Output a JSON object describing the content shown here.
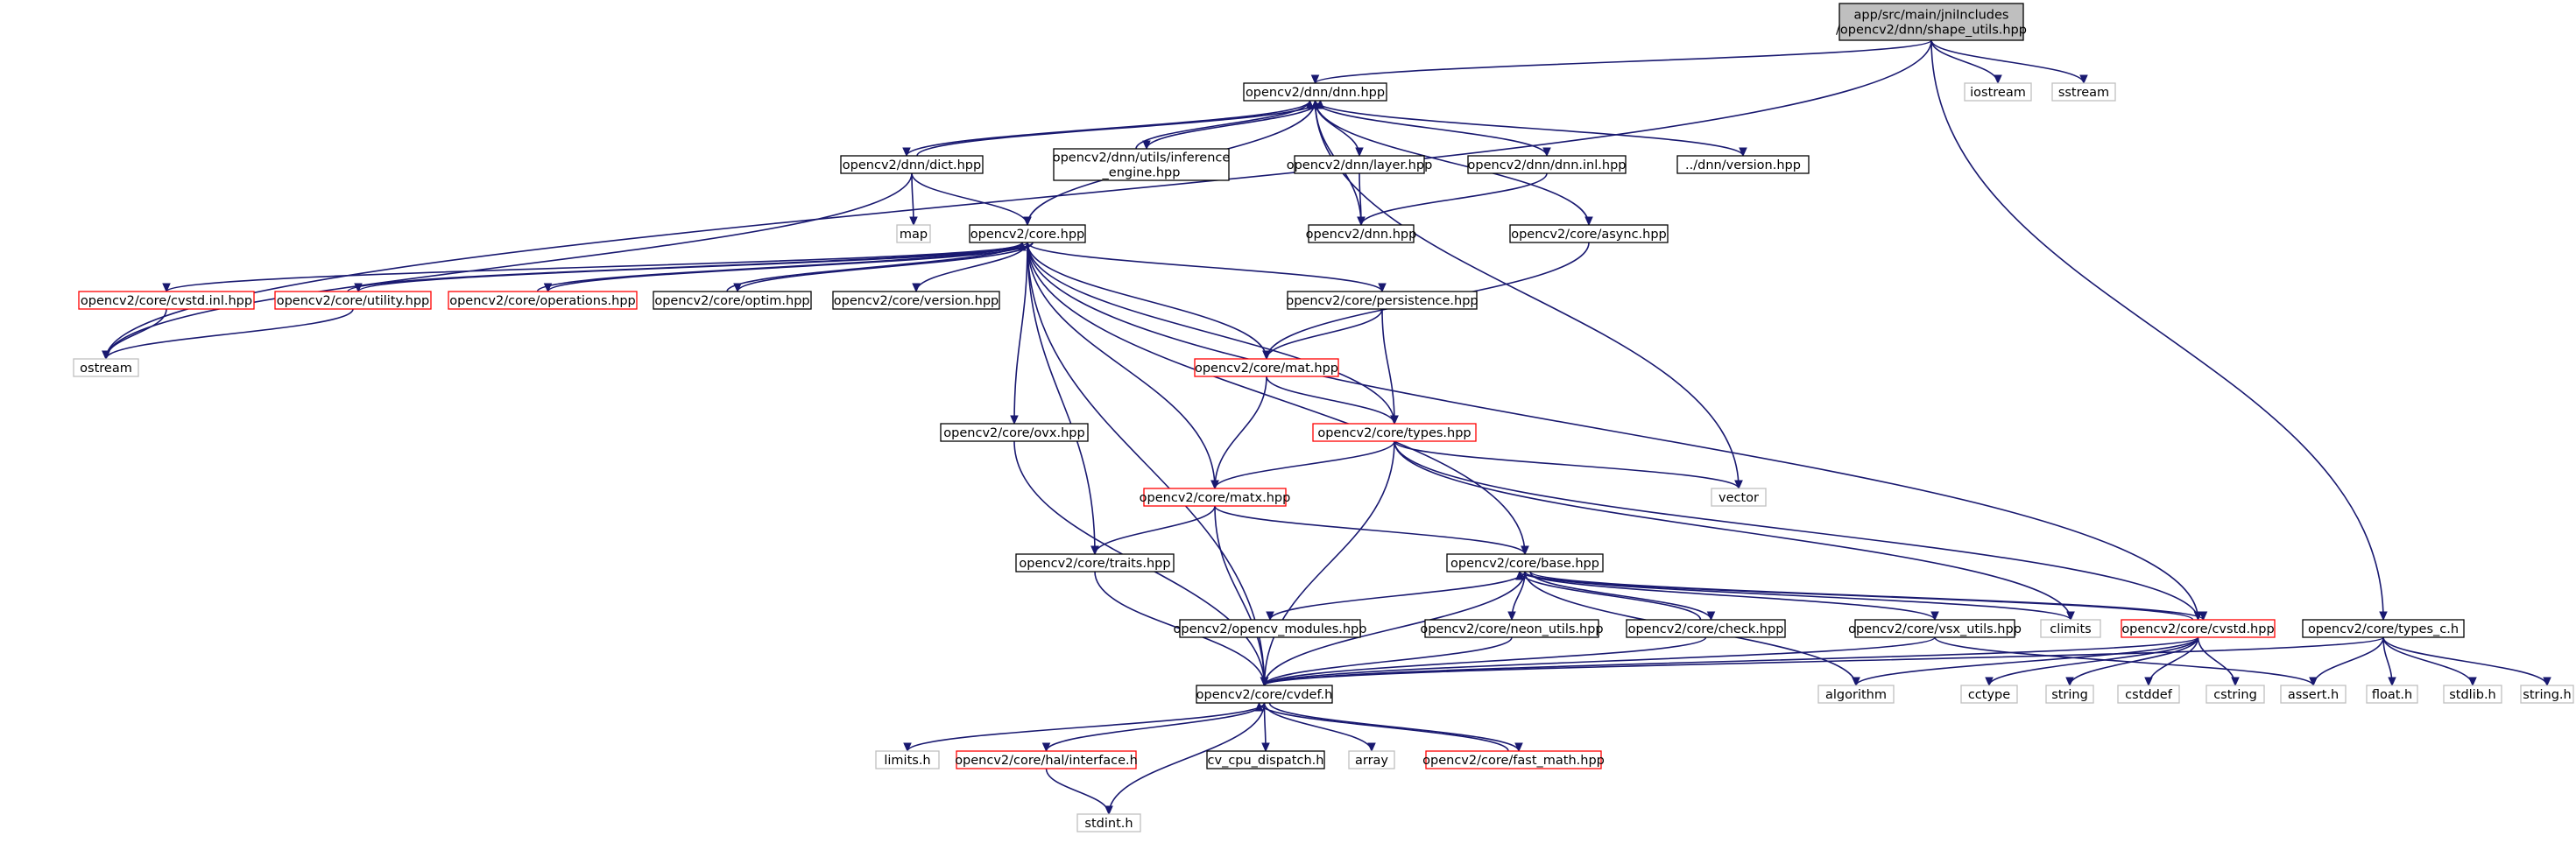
{
  "graph": {
    "nodes": [
      {
        "id": "root",
        "lines": [
          "app/src/main/jniIncludes",
          "/opencv2/dnn/shape_utils.hpp"
        ],
        "style": "root"
      },
      {
        "id": "dnn",
        "lines": [
          "opencv2/dnn/dnn.hpp"
        ],
        "style": "normal"
      },
      {
        "id": "iostream",
        "lines": [
          "iostream"
        ],
        "style": "gray"
      },
      {
        "id": "sstream",
        "lines": [
          "sstream"
        ],
        "style": "gray"
      },
      {
        "id": "dict",
        "lines": [
          "opencv2/dnn/dict.hpp"
        ],
        "style": "normal"
      },
      {
        "id": "inference",
        "lines": [
          "opencv2/dnn/utils/inference",
          "_engine.hpp"
        ],
        "style": "normal"
      },
      {
        "id": "layer",
        "lines": [
          "opencv2/dnn/layer.hpp"
        ],
        "style": "normal"
      },
      {
        "id": "dnninl",
        "lines": [
          "opencv2/dnn/dnn.inl.hpp"
        ],
        "style": "normal"
      },
      {
        "id": "version_dnn",
        "lines": [
          "../dnn/version.hpp"
        ],
        "style": "normal"
      },
      {
        "id": "map",
        "lines": [
          "map"
        ],
        "style": "gray"
      },
      {
        "id": "core",
        "lines": [
          "opencv2/core.hpp"
        ],
        "style": "normal"
      },
      {
        "id": "dnn2",
        "lines": [
          "opencv2/dnn.hpp"
        ],
        "style": "normal"
      },
      {
        "id": "async",
        "lines": [
          "opencv2/core/async.hpp"
        ],
        "style": "normal"
      },
      {
        "id": "cvstdinl",
        "lines": [
          "opencv2/core/cvstd.inl.hpp"
        ],
        "style": "red"
      },
      {
        "id": "utility",
        "lines": [
          "opencv2/core/utility.hpp"
        ],
        "style": "red"
      },
      {
        "id": "operations",
        "lines": [
          "opencv2/core/operations.hpp"
        ],
        "style": "red"
      },
      {
        "id": "optim",
        "lines": [
          "opencv2/core/optim.hpp"
        ],
        "style": "normal"
      },
      {
        "id": "version_core",
        "lines": [
          "opencv2/core/version.hpp"
        ],
        "style": "normal"
      },
      {
        "id": "persistence",
        "lines": [
          "opencv2/core/persistence.hpp"
        ],
        "style": "normal"
      },
      {
        "id": "ostream",
        "lines": [
          "ostream"
        ],
        "style": "gray"
      },
      {
        "id": "mat",
        "lines": [
          "opencv2/core/mat.hpp"
        ],
        "style": "red"
      },
      {
        "id": "types",
        "lines": [
          "opencv2/core/types.hpp"
        ],
        "style": "red"
      },
      {
        "id": "ovx",
        "lines": [
          "opencv2/core/ovx.hpp"
        ],
        "style": "normal"
      },
      {
        "id": "vector",
        "lines": [
          "vector"
        ],
        "style": "gray"
      },
      {
        "id": "matx",
        "lines": [
          "opencv2/core/matx.hpp"
        ],
        "style": "red"
      },
      {
        "id": "traits",
        "lines": [
          "opencv2/core/traits.hpp"
        ],
        "style": "normal"
      },
      {
        "id": "base",
        "lines": [
          "opencv2/core/base.hpp"
        ],
        "style": "normal"
      },
      {
        "id": "opencv_modules",
        "lines": [
          "opencv2/opencv_modules.hpp"
        ],
        "style": "normal"
      },
      {
        "id": "neon",
        "lines": [
          "opencv2/core/neon_utils.hpp"
        ],
        "style": "normal"
      },
      {
        "id": "check",
        "lines": [
          "opencv2/core/check.hpp"
        ],
        "style": "normal"
      },
      {
        "id": "vsx",
        "lines": [
          "opencv2/core/vsx_utils.hpp"
        ],
        "style": "normal"
      },
      {
        "id": "climits",
        "lines": [
          "climits"
        ],
        "style": "gray"
      },
      {
        "id": "cvstd",
        "lines": [
          "opencv2/core/cvstd.hpp"
        ],
        "style": "red"
      },
      {
        "id": "types_c",
        "lines": [
          "opencv2/core/types_c.h"
        ],
        "style": "normal"
      },
      {
        "id": "cvdef",
        "lines": [
          "opencv2/core/cvdef.h"
        ],
        "style": "normal"
      },
      {
        "id": "algorithm",
        "lines": [
          "algorithm"
        ],
        "style": "gray"
      },
      {
        "id": "cctype",
        "lines": [
          "cctype"
        ],
        "style": "gray"
      },
      {
        "id": "string",
        "lines": [
          "string"
        ],
        "style": "gray"
      },
      {
        "id": "cstddef",
        "lines": [
          "cstddef"
        ],
        "style": "gray"
      },
      {
        "id": "cstring",
        "lines": [
          "cstring"
        ],
        "style": "gray"
      },
      {
        "id": "assert",
        "lines": [
          "assert.h"
        ],
        "style": "gray"
      },
      {
        "id": "float",
        "lines": [
          "float.h"
        ],
        "style": "gray"
      },
      {
        "id": "stdlib",
        "lines": [
          "stdlib.h"
        ],
        "style": "gray"
      },
      {
        "id": "stringh",
        "lines": [
          "string.h"
        ],
        "style": "gray"
      },
      {
        "id": "limits",
        "lines": [
          "limits.h"
        ],
        "style": "gray"
      },
      {
        "id": "hal",
        "lines": [
          "opencv2/core/hal/interface.h"
        ],
        "style": "red"
      },
      {
        "id": "cpu_dispatch",
        "lines": [
          "cv_cpu_dispatch.h"
        ],
        "style": "normal"
      },
      {
        "id": "array",
        "lines": [
          "array"
        ],
        "style": "gray"
      },
      {
        "id": "fast_math",
        "lines": [
          "opencv2/core/fast_math.hpp"
        ],
        "style": "red"
      },
      {
        "id": "stdint",
        "lines": [
          "stdint.h"
        ],
        "style": "gray"
      }
    ],
    "edges": [
      [
        "root",
        "dnn"
      ],
      [
        "root",
        "iostream"
      ],
      [
        "root",
        "sstream"
      ],
      [
        "root",
        "ostream"
      ],
      [
        "root",
        "types_c"
      ],
      [
        "dnn",
        "dict"
      ],
      [
        "dnn",
        "inference"
      ],
      [
        "dnn",
        "layer"
      ],
      [
        "dnn",
        "dnninl"
      ],
      [
        "dnn",
        "version_dnn"
      ],
      [
        "dnn",
        "core"
      ],
      [
        "dnn",
        "async"
      ],
      [
        "dnn",
        "vector"
      ],
      [
        "dict",
        "dnn"
      ],
      [
        "dict",
        "map"
      ],
      [
        "dict",
        "core"
      ],
      [
        "dict",
        "ostream"
      ],
      [
        "inference",
        "dnn"
      ],
      [
        "layer",
        "dnn2"
      ],
      [
        "dnninl",
        "dnn2"
      ],
      [
        "dnn2",
        "dnn"
      ],
      [
        "async",
        "mat"
      ],
      [
        "core",
        "cvstdinl"
      ],
      [
        "core",
        "utility"
      ],
      [
        "core",
        "operations"
      ],
      [
        "core",
        "optim"
      ],
      [
        "core",
        "version_core"
      ],
      [
        "core",
        "persistence"
      ],
      [
        "core",
        "mat"
      ],
      [
        "core",
        "types"
      ],
      [
        "core",
        "ovx"
      ],
      [
        "core",
        "matx"
      ],
      [
        "core",
        "traits"
      ],
      [
        "core",
        "base"
      ],
      [
        "core",
        "cvstd"
      ],
      [
        "core",
        "cvdef"
      ],
      [
        "utility",
        "core"
      ],
      [
        "operations",
        "core"
      ],
      [
        "optim",
        "core"
      ],
      [
        "cvstdinl",
        "ostream"
      ],
      [
        "utility",
        "ostream"
      ],
      [
        "persistence",
        "mat"
      ],
      [
        "persistence",
        "types"
      ],
      [
        "mat",
        "matx"
      ],
      [
        "mat",
        "types"
      ],
      [
        "types",
        "matx"
      ],
      [
        "types",
        "vector"
      ],
      [
        "types",
        "climits"
      ],
      [
        "types",
        "cvdef"
      ],
      [
        "types",
        "cvstd"
      ],
      [
        "matx",
        "traits"
      ],
      [
        "matx",
        "base"
      ],
      [
        "matx",
        "cvdef"
      ],
      [
        "ovx",
        "cvdef"
      ],
      [
        "traits",
        "cvdef"
      ],
      [
        "base",
        "opencv_modules"
      ],
      [
        "base",
        "neon"
      ],
      [
        "base",
        "check"
      ],
      [
        "base",
        "vsx"
      ],
      [
        "base",
        "climits"
      ],
      [
        "base",
        "cvstd"
      ],
      [
        "base",
        "algorithm"
      ],
      [
        "base",
        "cvdef"
      ],
      [
        "check",
        "base"
      ],
      [
        "cvstd",
        "base"
      ],
      [
        "neon",
        "cvdef"
      ],
      [
        "check",
        "cvdef"
      ],
      [
        "vsx",
        "cvdef"
      ],
      [
        "vsx",
        "assert"
      ],
      [
        "cvstd",
        "cvdef"
      ],
      [
        "cvstd",
        "algorithm"
      ],
      [
        "cvstd",
        "cctype"
      ],
      [
        "cvstd",
        "string"
      ],
      [
        "cvstd",
        "cstddef"
      ],
      [
        "cvstd",
        "cstring"
      ],
      [
        "types_c",
        "cvdef"
      ],
      [
        "types_c",
        "assert"
      ],
      [
        "types_c",
        "float"
      ],
      [
        "types_c",
        "stdlib"
      ],
      [
        "types_c",
        "stringh"
      ],
      [
        "cvdef",
        "limits"
      ],
      [
        "cvdef",
        "hal"
      ],
      [
        "cvdef",
        "cpu_dispatch"
      ],
      [
        "cvdef",
        "array"
      ],
      [
        "cvdef",
        "fast_math"
      ],
      [
        "cvdef",
        "stdint"
      ],
      [
        "fast_math",
        "cvdef"
      ],
      [
        "hal",
        "stdint"
      ]
    ]
  }
}
